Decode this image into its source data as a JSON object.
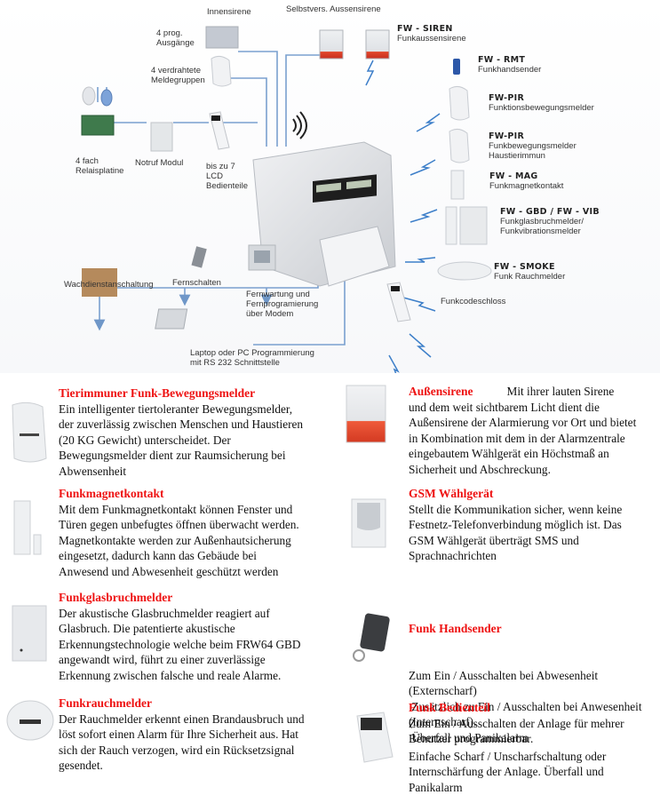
{
  "diagram": {
    "wired_labels": {
      "innensirene": "Innensirene",
      "aussensirene": "Selbstvers. Aussensirene",
      "prog_outputs": [
        "4 prog.",
        "Ausgänge"
      ],
      "wired_groups": [
        "4 verdrahtete",
        "Meldegruppen"
      ],
      "relay": [
        "4 fach",
        "Relaisplatine"
      ],
      "notruf": "Notruf Modul",
      "lcd": [
        "bis zu 7",
        "LCD",
        "Bedienteile"
      ],
      "wachdienst": "Wachdienstanschaltung",
      "fernschalten": "Fernschalten",
      "fernwartung": [
        "Fernwartung und",
        "Fernprogramierung",
        "über Modem"
      ],
      "laptop": [
        "Laptop oder PC Programmierung",
        "mit RS 232 Schnittstelle"
      ]
    },
    "wireless_devices": [
      {
        "code": "FW - SIREN",
        "desc": [
          "Funkaussensirene"
        ]
      },
      {
        "code": "FW - RMT",
        "desc": [
          "Funkhandsender"
        ]
      },
      {
        "code": "FW-PIR",
        "desc": [
          "Funktionsbewegungsmelder"
        ]
      },
      {
        "code": "FW-PIR",
        "desc": [
          "Funkbewegungsmelder",
          "Haustierimmun"
        ]
      },
      {
        "code": "FW - MAG",
        "desc": [
          "Funkmagnetkontakt"
        ]
      },
      {
        "code": "FW - GBD / FW - VIB",
        "desc": [
          "Funkglasbruchmelder/",
          "Funkvibrationsmelder"
        ]
      },
      {
        "code": "FW - SMOKE",
        "desc": [
          "Funk Rauchmelder"
        ]
      }
    ],
    "codeschloss": "Funkcodeschloss",
    "colors": {
      "wire": "#6f97c8",
      "bolt": "#3d7fc9"
    }
  },
  "products": {
    "left": [
      {
        "title": "Tierimmuner Funk-Bewegungsmelder",
        "lines": [
          "Ein intelligenter tiertoleranter Bewegungsmelder,",
          "der zuverlässig zwischen Menschen und Haustieren",
          "(20 KG Gewicht) unterscheidet. Der",
          "Bewegungsmelder dient zur Raumsicherung bei",
          "Abwensenheit"
        ]
      },
      {
        "title": "Funkmagnetkontakt",
        "lines": [
          "Mit dem Funkmagnetkontakt können Fenster und",
          "Türen gegen unbefugtes öffnen überwacht werden.",
          "Magnetkontakte werden zur Außenhautsicherung",
          "eingesetzt, dadurch kann das Gebäude bei",
          "Anwesend und Abwesenheit geschützt werden"
        ]
      },
      {
        "title": "Funkglasbruchmelder",
        "lines": [
          "Der akustische Glasbruchmelder reagiert auf",
          "Glasbruch. Die patentierte akustische",
          "Erkennungstechnologie welche beim FRW64 GBD",
          "angewandt wird, führt zu einer zuverlässige",
          "Erkennung zwischen falsche und reale Alarme."
        ]
      },
      {
        "title": "Funkrauchmelder",
        "lines": [
          "Der Rauchmelder erkennt einen Brandausbruch und",
          "löst sofort einen Alarm für Ihre Sicherheit aus. Hat",
          "sich der Rauch verzogen, wird ein Rücksetzsignal",
          "gesendet."
        ]
      }
    ],
    "right": [
      {
        "title": "Außensirene",
        "title_suffix": "Mit ihrer lauten Sirene",
        "lines": [
          "und dem weit sichtbarem Licht dient die",
          "Außensirene der Alarmierung vor Ort und bietet",
          "in Kombination mit dem in der Alarmzentrale",
          "eingebautem Wählgerät ein Höchstmaß an",
          "Sicherheit und Abschreckung."
        ]
      },
      {
        "title": "GSM Wählgerät",
        "lines": [
          "Stellt die Kommunikation sicher, wenn keine",
          "Festnetz-Telefonverbindung möglich ist. Das",
          "GSM Wählgerät überträgt SMS und",
          "Sprachnachrichten"
        ]
      },
      {
        "title": "Funk Handsender",
        "lines": [
          "Zum Ein / Ausschalten bei Abwesenheit",
          "(Externscharf)",
          " Zusätzlich zu Ein / Ausschalten bei Anwesenheit",
          "(Internscharf).",
          " Überfall und Panikalarm"
        ]
      },
      {
        "title": "Funk Bedienteil",
        "lines": [
          "Zum Ein / Ausschalten der Anlage für mehrer",
          "Benutzer programmierbar.",
          "Einfache Scharf / Unscharfschaltung oder",
          "Internschärfung der Anlage. Überfall und",
          "Panikalarm"
        ]
      }
    ],
    "title_color": "#ee1111"
  }
}
